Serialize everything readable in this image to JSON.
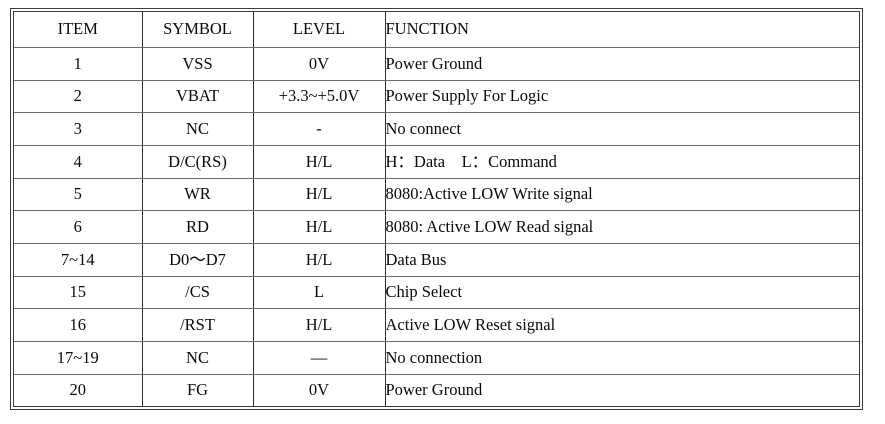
{
  "document": {
    "kind": "pin-function-table",
    "colors": {
      "background": "#ffffff",
      "text": "#0a0a0a",
      "outer_border": "#3a3a3a",
      "inner_vertical_border": "#2e2e2e",
      "inner_horizontal_border": "#6a6a6a"
    }
  },
  "table": {
    "headers": [
      "ITEM",
      "SYMBOL",
      "LEVEL",
      "FUNCTION"
    ],
    "rows": [
      [
        "1",
        "VSS",
        "0V",
        "Power Ground"
      ],
      [
        "2",
        "VBAT",
        "+3.3~+5.0V",
        "Power Supply For Logic"
      ],
      [
        "3",
        "NC",
        "-",
        "No connect"
      ],
      [
        "4",
        "D/C(RS)",
        "H/L",
        "H：Data    L：Command"
      ],
      [
        "5",
        "WR",
        "H/L",
        "8080:Active LOW Write signal"
      ],
      [
        "6",
        "RD",
        "H/L",
        "8080: Active LOW Read signal"
      ],
      [
        "7~14",
        "D0～D7",
        "H/L",
        "Data Bus"
      ],
      [
        "15",
        "/CS",
        "L",
        "Chip Select"
      ],
      [
        "16",
        "/RST",
        "H/L",
        "Active LOW Reset signal"
      ],
      [
        "17~19",
        "NC",
        "—",
        "No connection"
      ],
      [
        "20",
        "FG",
        "0V",
        "Power Ground"
      ]
    ]
  }
}
